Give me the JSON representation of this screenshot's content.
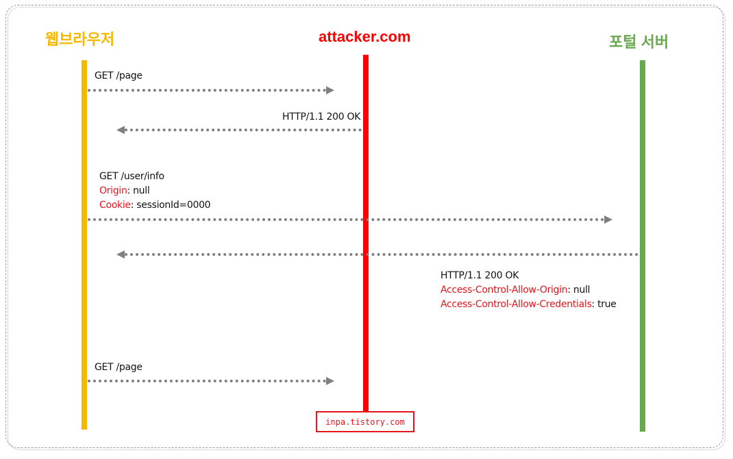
{
  "colors": {
    "browser": "#f5b800",
    "attacker": "#ff0000",
    "portal": "#6aa84f",
    "arrow": "#7f7f7f",
    "highlight": "#e8141c"
  },
  "actors": {
    "browser": "웹브라우저",
    "attacker": "attacker.com",
    "portal": "포털 서버"
  },
  "messages": {
    "m1": {
      "line1": "GET /page"
    },
    "m2": {
      "line1": "HTTP/1.1 200 OK"
    },
    "m3": {
      "line1": "GET /user/info",
      "origin_key": "Origin",
      "origin_val": ": null",
      "cookie_key": "Cookie",
      "cookie_val": ": sessionId=0000"
    },
    "m4": {
      "line1": "HTTP/1.1 200 OK",
      "acao_key": "Access-Control-Allow-Origin",
      "acao_val": ": null",
      "acac_key": "Access-Control-Allow-Credentials",
      "acac_val": ": true"
    },
    "m5": {
      "line1": "GET /page"
    }
  },
  "watermark": "inpa.tistory.com"
}
